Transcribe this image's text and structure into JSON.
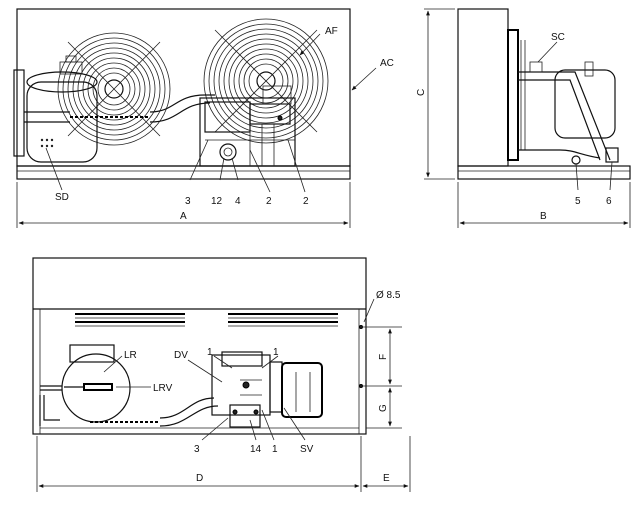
{
  "front_view": {
    "labels": {
      "af": "AF",
      "ac": "AC",
      "sd": "SD",
      "c3": "3",
      "c12": "12",
      "c4": "4",
      "c2a": "2",
      "c2b": "2"
    },
    "dimension_a": "A"
  },
  "side_view": {
    "labels": {
      "sc": "SC",
      "c5": "5",
      "c6": "6"
    },
    "dimension_c": "C",
    "dimension_b": "B"
  },
  "top_view": {
    "labels": {
      "lr": "LR",
      "lrv": "LRV",
      "dv": "DV",
      "c1a": "1",
      "c1b": "1",
      "c1c": "1",
      "c3": "3",
      "c14": "14",
      "sv": "SV"
    },
    "hole": "Ø 8.5",
    "dimension_f": "F",
    "dimension_g": "G",
    "dimension_d": "D",
    "dimension_e": "E"
  }
}
